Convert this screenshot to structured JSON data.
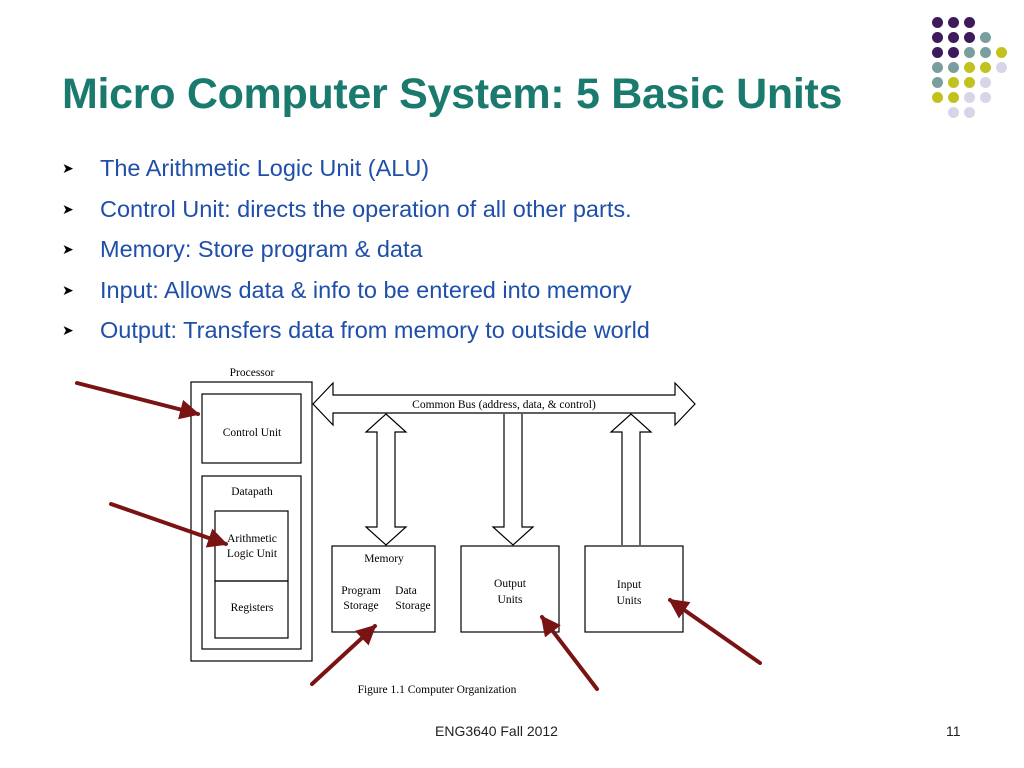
{
  "slide": {
    "title": "Micro Computer System: 5 Basic Units",
    "bullets": [
      "The Arithmetic Logic Unit (ALU)",
      "Control Unit: directs the operation of all other parts.",
      "Memory: Store program & data",
      "Input: Allows data & info to be entered into memory",
      "Output: Transfers data from memory to outside world"
    ],
    "footer": "ENG3640 Fall 2012",
    "page_number": "11"
  },
  "diagram": {
    "processor_label": "Processor",
    "control_unit_label": "Control Unit",
    "datapath_label": "Datapath",
    "alu_label_line1": "Arithmetic",
    "alu_label_line2": "Logic Unit",
    "registers_label": "Registers",
    "bus_label": "Common Bus (address, data, & control)",
    "memory_label": "Memory",
    "program_label": "Program",
    "data_label": "Data",
    "storage_label_1": "Storage",
    "storage_label_2": "Storage",
    "output_label_line1": "Output",
    "output_label_line2": "Units",
    "input_label_line1": "Input",
    "input_label_line2": "Units",
    "caption": "Figure 1.1 Computer Organization"
  },
  "colors": {
    "title": "#1a7a6e",
    "bullet_text": "#1f4fa8",
    "pointer_arrow": "#7a1414",
    "dot_purple": "#3d1a5b",
    "dot_teal": "#7a9e9e",
    "dot_olive": "#c2c21e",
    "dot_lavender": "#d6d6e6"
  }
}
